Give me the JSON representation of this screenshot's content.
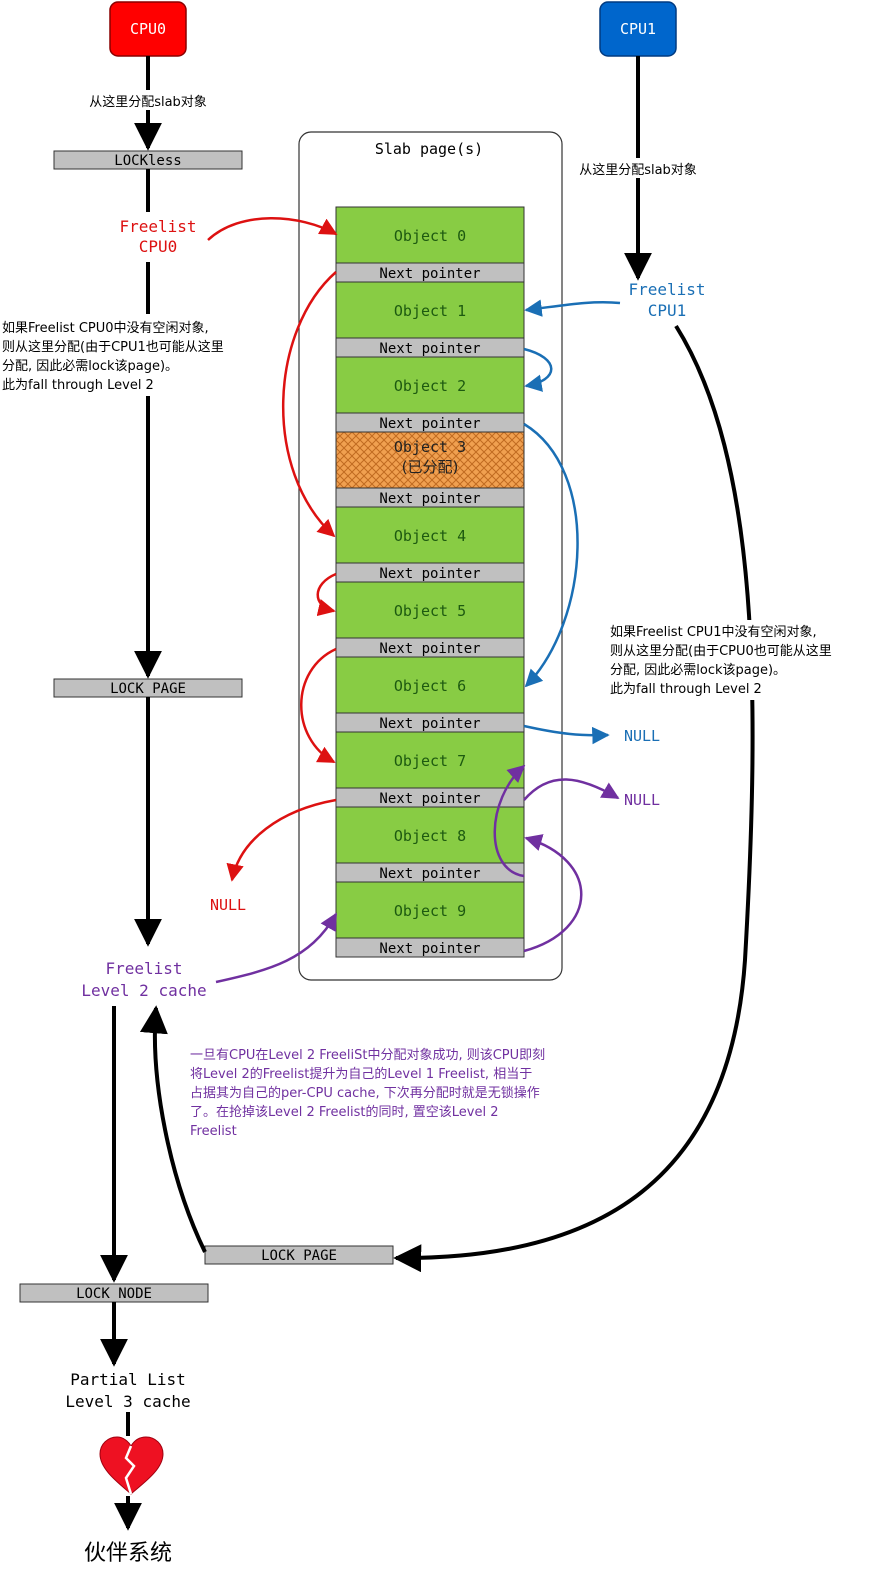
{
  "cpu0": {
    "label": "CPU0",
    "color": "#ff0000"
  },
  "cpu1": {
    "label": "CPU1",
    "color": "#0066cc"
  },
  "cpu0_alloc_note": "从这里分配slab对象",
  "cpu1_alloc_note": "从这里分配slab对象",
  "lockless": "LOCKless",
  "freelist_cpu0": [
    "Freelist",
    "CPU0"
  ],
  "freelist_cpu1": [
    "Freelist",
    "CPU1"
  ],
  "cpu0_fallthrough_note": [
    "如果Freelist CPU0中没有空闲对象,",
    "则从这里分配(由于CPU1也可能从这里",
    "分配, 因此必需lock该page)。",
    "此为fall through Level 2"
  ],
  "cpu1_fallthrough_note": [
    "如果Freelist CPU1中没有空闲对象,",
    "则从这里分配(由于CPU0也可能从这里",
    "分配, 因此必需lock该page)。",
    "此为fall through Level 2"
  ],
  "lock_page_left": "LOCK PAGE",
  "lock_page_bottom": "LOCK PAGE",
  "lock_node": "LOCK NODE",
  "slab_title": "Slab page(s)",
  "objects": [
    {
      "label": [
        "Object 0"
      ],
      "allocated": false
    },
    {
      "label": [
        "Object 1"
      ],
      "allocated": false
    },
    {
      "label": [
        "Object 2"
      ],
      "allocated": false
    },
    {
      "label": [
        "Object 3",
        "(已分配)"
      ],
      "allocated": true
    },
    {
      "label": [
        "Object 4"
      ],
      "allocated": false
    },
    {
      "label": [
        "Object 5"
      ],
      "allocated": false
    },
    {
      "label": [
        "Object 6"
      ],
      "allocated": false
    },
    {
      "label": [
        "Object 7"
      ],
      "allocated": false
    },
    {
      "label": [
        "Object 8"
      ],
      "allocated": false
    },
    {
      "label": [
        "Object 9"
      ],
      "allocated": false
    }
  ],
  "next_pointer": "Next pointer",
  "null_blue": "NULL",
  "null_purple": "NULL",
  "null_red": "NULL",
  "freelist_level2": [
    "Freelist",
    "Level 2 cache"
  ],
  "level2_note": [
    "一旦有CPU在Level 2 FreeliSt中分配对象成功, 则该CPU即刻",
    "将Level 2的Freelist提升为自己的Level 1 Freelist, 相当于",
    "占据其为自己的per-CPU cache, 下次再分配时就是无锁操作",
    "了。在抢掉该Level 2 Freelist的同时, 置空该Level 2",
    "Freelist"
  ],
  "partial_list": [
    "Partial List",
    "Level 3 cache"
  ],
  "buddy_system": "伙伴系统",
  "colors": {
    "object_green": "#88cc44",
    "pointer_gray": "#c0c0c0",
    "allocated_orange": "#f0a050",
    "red_arrow": "#dd1111",
    "blue_arrow": "#1a6fb5",
    "purple_arrow": "#7030a0",
    "heart": "#ee1122"
  }
}
